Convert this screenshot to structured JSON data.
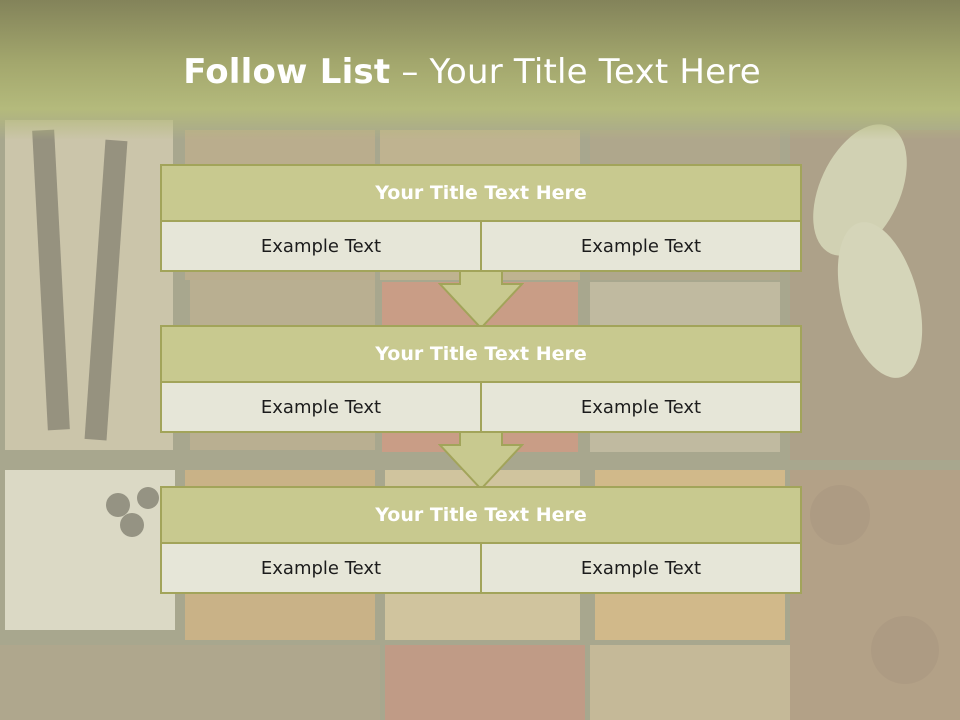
{
  "header": {
    "title_bold": "Follow List",
    "title_rest": " – Your Title Text Here"
  },
  "blocks": [
    {
      "title": "Your Title Text Here",
      "cells": [
        "Example Text",
        "Example Text"
      ]
    },
    {
      "title": "Your Title Text Here",
      "cells": [
        "Example Text",
        "Example Text"
      ]
    },
    {
      "title": "Your Title Text Here",
      "cells": [
        "Example Text",
        "Example Text"
      ]
    }
  ],
  "colors": {
    "header": "#a3a76d",
    "block_head": "#c8c98f",
    "cell": "#e6e6d8",
    "border": "#a2a45a",
    "arrow_fill": "#c8c98f"
  }
}
